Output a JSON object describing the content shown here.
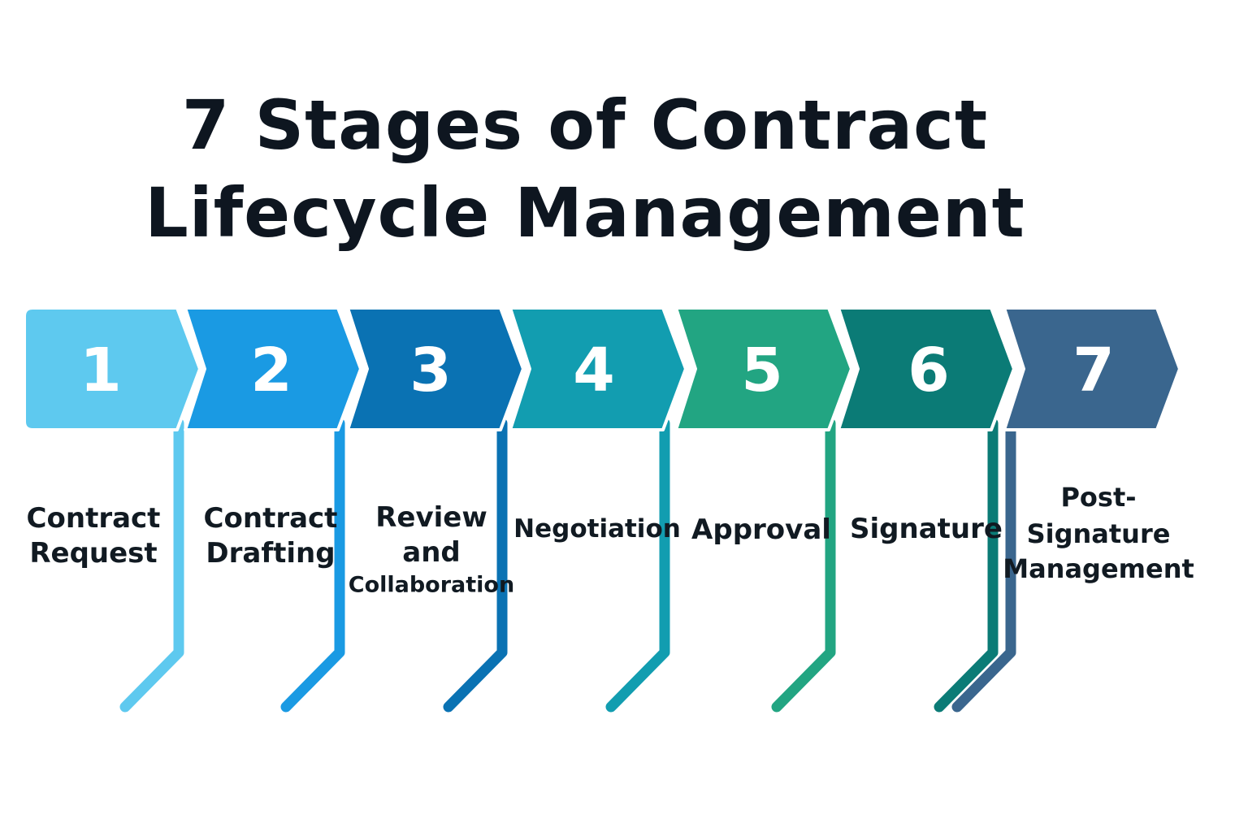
{
  "title": {
    "line1": "7 Stages of Contract",
    "line2": "Lifecycle Management"
  },
  "stages": [
    {
      "number": "1",
      "label": [
        "Contract",
        "Request"
      ],
      "color": "#5ec9ef"
    },
    {
      "number": "2",
      "label": [
        "Contract",
        "Drafting"
      ],
      "color": "#1a9ae3"
    },
    {
      "number": "3",
      "label": [
        "Review",
        "and",
        "Collaboration"
      ],
      "color": "#0a72b3"
    },
    {
      "number": "4",
      "label": [
        "Negotiation"
      ],
      "color": "#129db0"
    },
    {
      "number": "5",
      "label": [
        "Approval"
      ],
      "color": "#22a582"
    },
    {
      "number": "6",
      "label": [
        "Signature"
      ],
      "color": "#0b7b76"
    },
    {
      "number": "7",
      "label": [
        "Post-",
        "Signature",
        "Management"
      ],
      "color": "#3a668e"
    }
  ]
}
